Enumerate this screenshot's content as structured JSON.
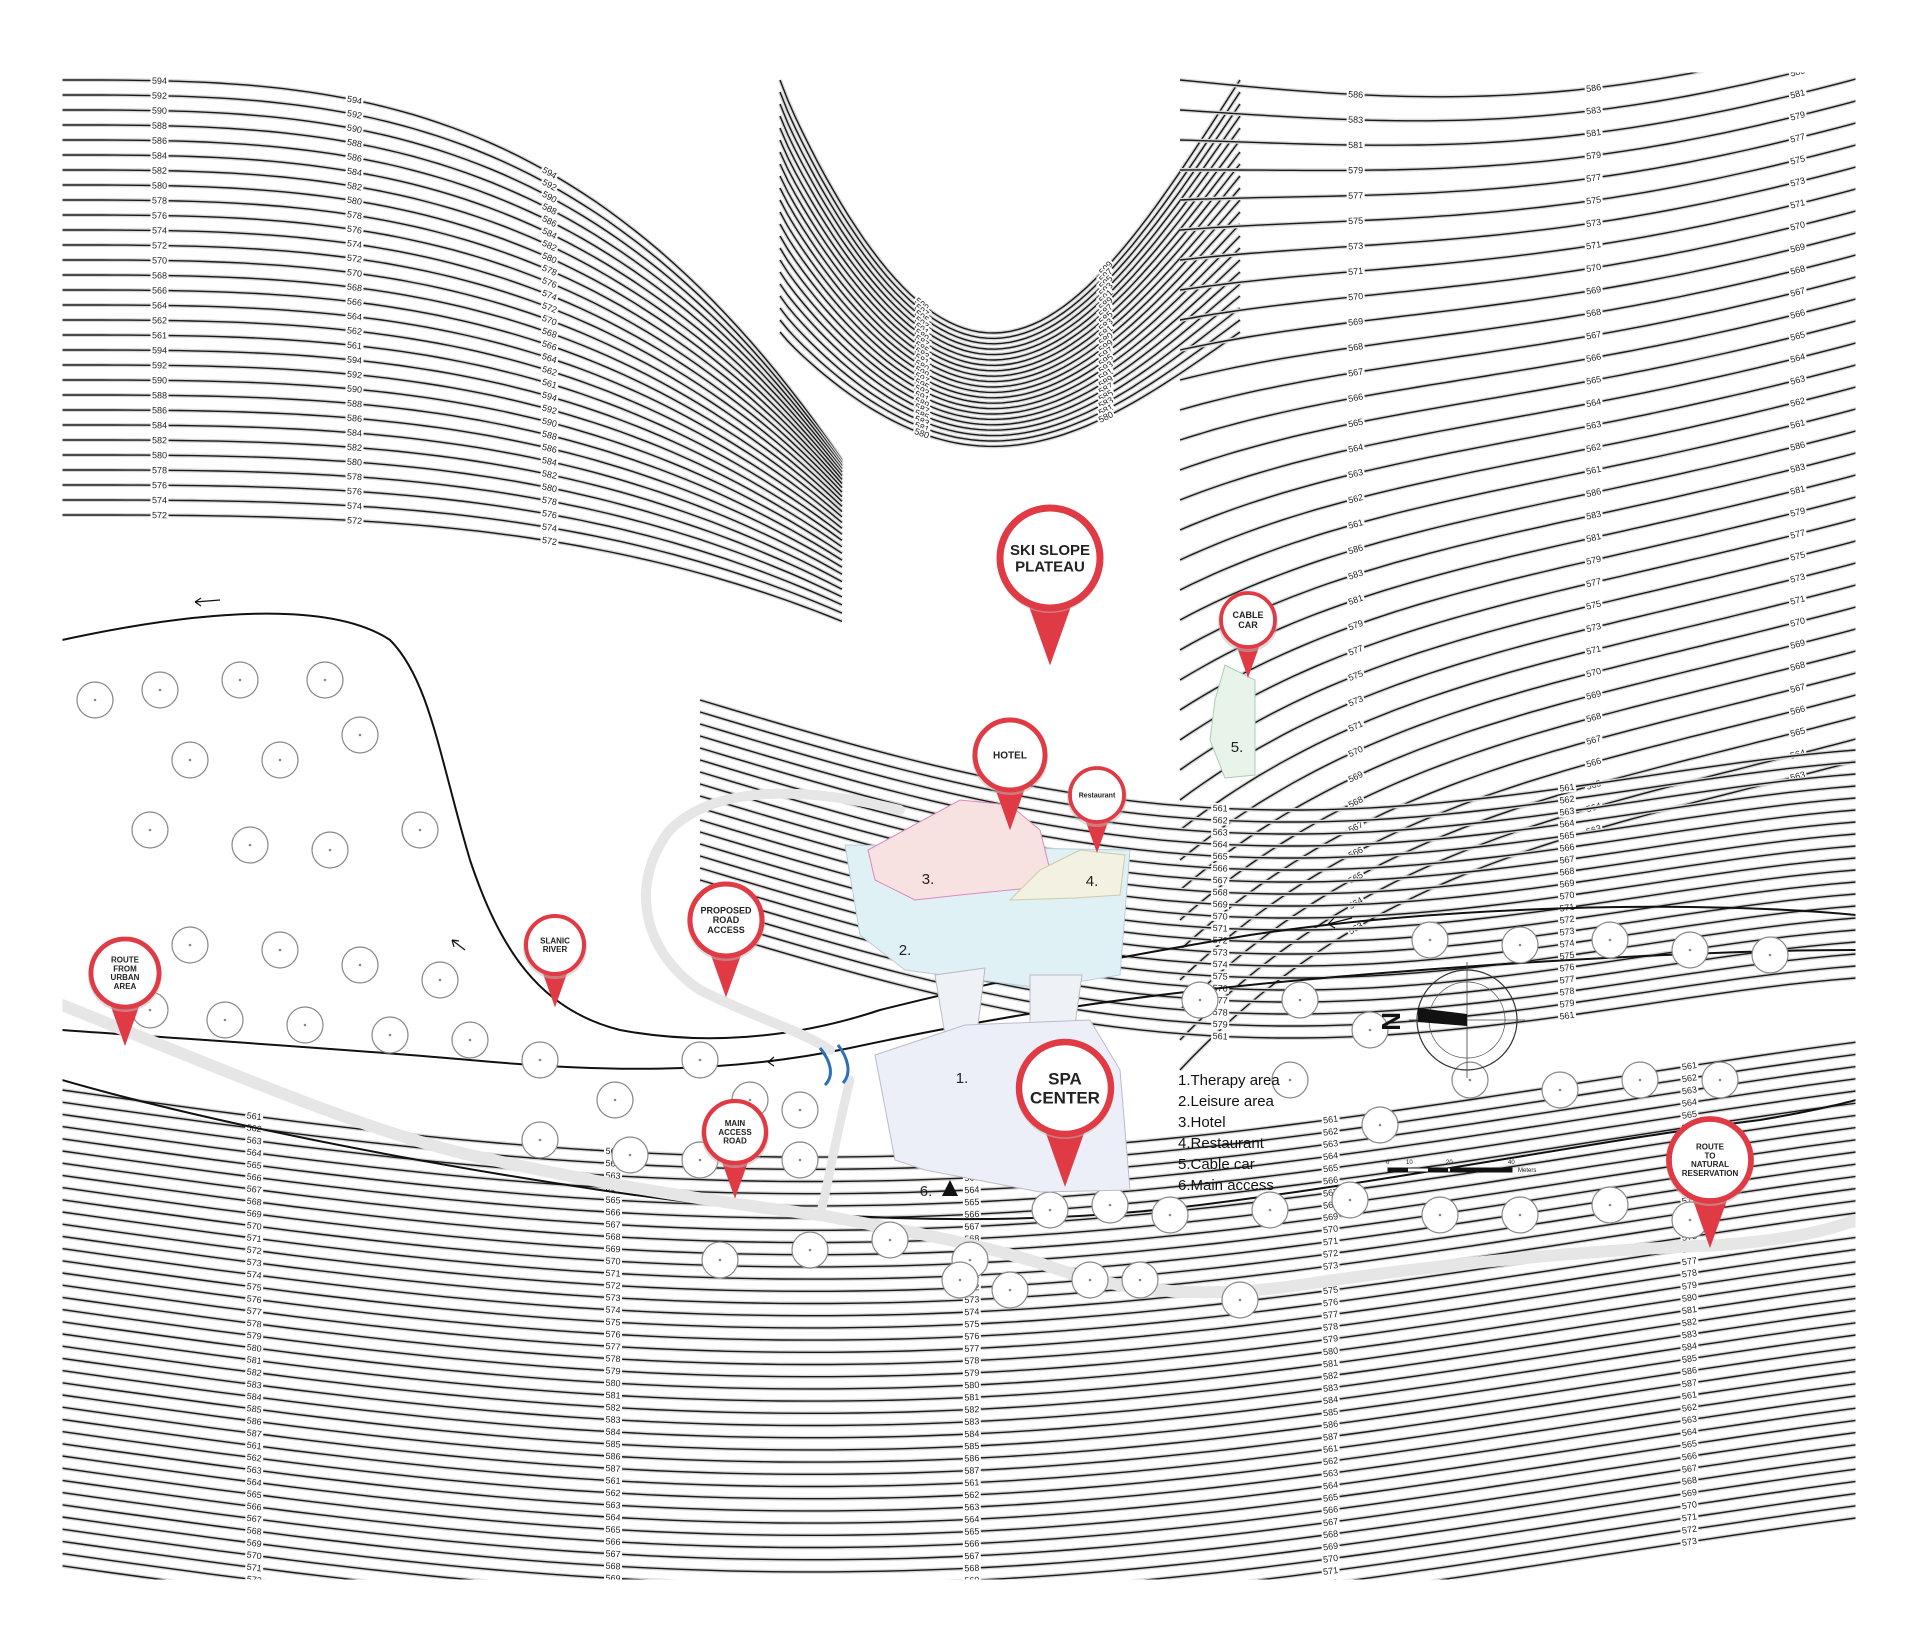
{
  "map": {
    "pins": {
      "ski_slope_plateau": "SKI SLOPE PLATEAU",
      "cable_car": "CABLE CAR",
      "hotel": "HOTEL",
      "restaurant": "Restaurant",
      "proposed_road_access": "PROPOSED ROAD ACCESS",
      "slanic_river": "SLANIC RIVER",
      "route_from_urban_area": "ROUTE FROM URBAN AREA",
      "spa_center": "SPA CENTER",
      "main_access_road": "MAIN ACCESS ROAD",
      "route_to_natural_reservation": "ROUTE TO NATURAL RESERVATION"
    },
    "building_numbers": {
      "therapy": "1.",
      "leisure": "2.",
      "hotel": "3.",
      "restaurant": "4.",
      "cable_car": "5.",
      "main_access": "6."
    },
    "legend": {
      "items": [
        "1.Therapy area",
        "2.Leisure area",
        "3.Hotel",
        "4.Restaurant",
        "5.Cable car",
        "6.Main access"
      ]
    },
    "north_arrow_label": "N",
    "scale_bar": {
      "ticks": [
        "0",
        "10",
        "20",
        "40"
      ],
      "unit": "Meters"
    },
    "contour_labels": {
      "north_left": [
        "594",
        "592",
        "590",
        "588",
        "586",
        "584",
        "582",
        "580",
        "578",
        "576",
        "574",
        "572",
        "570",
        "568",
        "566",
        "564",
        "562",
        "561"
      ],
      "north_center": [
        "599",
        "597",
        "595",
        "593",
        "591",
        "589",
        "587",
        "585",
        "583",
        "581",
        "580"
      ],
      "north_right": [
        "586",
        "583",
        "581",
        "579",
        "577",
        "575",
        "573",
        "571",
        "570",
        "569",
        "568",
        "567",
        "566",
        "565",
        "564",
        "563",
        "562",
        "561"
      ],
      "valley": [
        "561",
        "562",
        "563",
        "564",
        "565",
        "566",
        "567",
        "568",
        "569",
        "570",
        "571",
        "572",
        "573",
        "574",
        "575",
        "576",
        "577",
        "578",
        "579"
      ],
      "south": [
        "561",
        "562",
        "563",
        "564",
        "565",
        "566",
        "567",
        "568",
        "569",
        "570",
        "571",
        "572",
        "573",
        "574",
        "575",
        "576",
        "577",
        "578",
        "579",
        "580",
        "581",
        "582",
        "583",
        "584",
        "585",
        "586",
        "587"
      ]
    },
    "colors": {
      "pin_red": "#e03a45",
      "therapy_fill": "#eceef8",
      "leisure_fill": "#dff1f5",
      "hotel_fill": "#f8e1e1",
      "restaurant_fill": "#f2f1e2",
      "cable_car_fill": "#e8f3ea",
      "river_blue": "#2d6eb5"
    }
  }
}
